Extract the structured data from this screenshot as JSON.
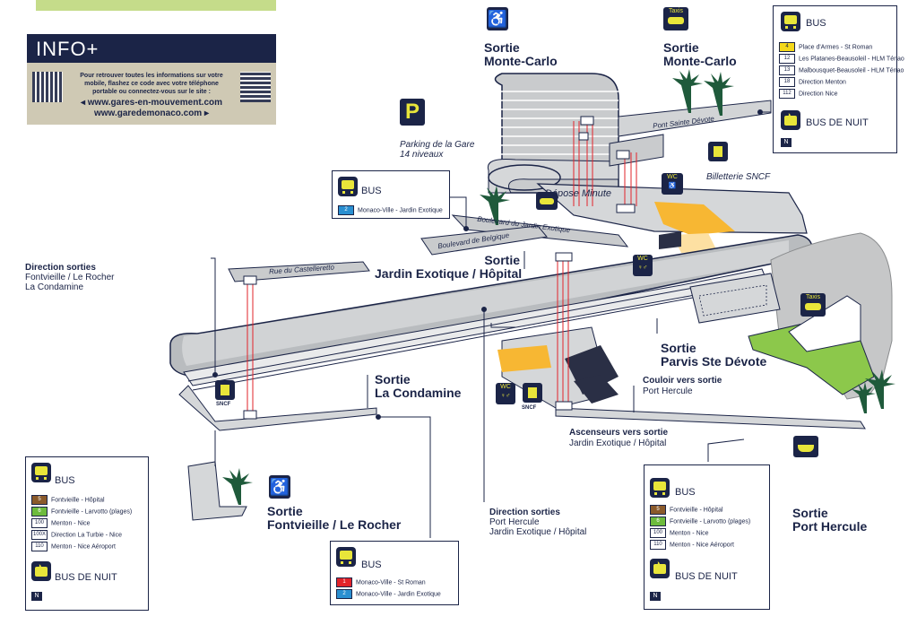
{
  "info": {
    "title": "INFO+",
    "text1": "Pour retrouver toutes les informations sur votre",
    "text2": "mobile, flashez ce code avec votre téléphone",
    "text3": "portable ou connectez-vous sur le site :",
    "url1": "www.gares-en-mouvement.com",
    "url2": "www.garedemonaco.com"
  },
  "labels": {
    "sortie_mc_left": "Sortie\nMonte-Carlo",
    "sortie_mc_right": "Sortie\nMonte-Carlo",
    "parking": "Parking de la Gare\n14 niveaux",
    "parking_letter": "P",
    "depose": "Dépose Minute",
    "billetterie": "Billetterie SNCF",
    "sortie_jardin": "Sortie\nJardin Exotique / Hôpital",
    "direction_sorties_left_title": "Direction sorties",
    "direction_sorties_left_body": "Fontvieille / Le Rocher\nLa Condamine",
    "sortie_condamine": "Sortie\nLa Condamine",
    "sortie_parvis": "Sortie\nParvis Ste Dévote",
    "couloir_title": "Couloir vers sortie",
    "couloir_body": "Port Hercule",
    "ascenseurs_title": "Ascenseurs vers sortie",
    "ascenseurs_body": "Jardin Exotique / Hôpital",
    "direction_sorties_bottom_title": "Direction sorties",
    "direction_sorties_bottom_body": "Port Hercule\nJardin Exotique / Hôpital",
    "sortie_fontvieille": "Sortie\nFontvieille / Le Rocher",
    "sortie_port": "Sortie\nPort Hercule",
    "taxis": "Taxis",
    "taxis2": "Taxis",
    "wc": "WC",
    "sncf": "SNCF"
  },
  "streets": {
    "pont": "Pont Sainte Dévote",
    "bd_jardin": "Boulevard du Jardin Exotique",
    "bd_belgique": "Boulevard de Belgique",
    "castelleretto": "Rue du Castelleretto"
  },
  "bus_top_right": {
    "header": "BUS",
    "lines": [
      {
        "num": "4",
        "color": "#f4d81a",
        "text": "Place d'Armes - St Roman"
      },
      {
        "num": "12",
        "color": "#ffffff",
        "text": "Les Platanes-Beausoleil - HLM Ténao"
      },
      {
        "num": "13",
        "color": "#ffffff",
        "text": "Malbousquet-Beausoleil - HLM Ténao"
      },
      {
        "num": "18",
        "color": "#ffffff",
        "text": "Direction Menton"
      },
      {
        "num": "112",
        "color": "#ffffff",
        "text": "Direction Nice"
      }
    ],
    "night_header": "BUS DE NUIT",
    "night": "N"
  },
  "bus_mid": {
    "header": "BUS",
    "lines": [
      {
        "num": "2",
        "color": "#2a8fd1",
        "text": "Monaco-Ville - Jardin Exotique"
      }
    ]
  },
  "bus_left": {
    "header": "BUS",
    "lines": [
      {
        "num": "5",
        "color": "#8a5a2b",
        "text": "Fontvieille - Hôpital"
      },
      {
        "num": "6",
        "color": "#6dbb3d",
        "text": "Fontvieille - Larvotto (plages)"
      },
      {
        "num": "100",
        "color": "#ffffff",
        "text": "Menton - Nice"
      },
      {
        "num": "100X",
        "color": "#ffffff",
        "text": "Direction La Turbie - Nice"
      },
      {
        "num": "110",
        "color": "#ffffff",
        "text": "Menton - Nice Aéroport"
      }
    ],
    "night_header": "BUS DE NUIT",
    "night": "N"
  },
  "bus_center": {
    "header": "BUS",
    "lines": [
      {
        "num": "1",
        "color": "#e2232a",
        "text": "Monaco-Ville - St Roman"
      },
      {
        "num": "2",
        "color": "#2a8fd1",
        "text": "Monaco-Ville - Jardin Exotique"
      }
    ]
  },
  "bus_right": {
    "header": "BUS",
    "lines": [
      {
        "num": "5",
        "color": "#8a5a2b",
        "text": "Fontvieille - Hôpital"
      },
      {
        "num": "6",
        "color": "#6dbb3d",
        "text": "Fontvieille - Larvotto (plages)"
      },
      {
        "num": "100",
        "color": "#ffffff",
        "text": "Menton - Nice"
      },
      {
        "num": "110",
        "color": "#ffffff",
        "text": "Menton - Nice Aéroport"
      }
    ],
    "night_header": "BUS DE NUIT",
    "night": "N"
  },
  "colors": {
    "navy": "#1b2447",
    "accent_green": "#c5dc8a",
    "info_bg": "#cfc9b4",
    "wall_gray": "#b9bcbf",
    "yellow": "#f7b733",
    "grass": "#8cc84b"
  }
}
